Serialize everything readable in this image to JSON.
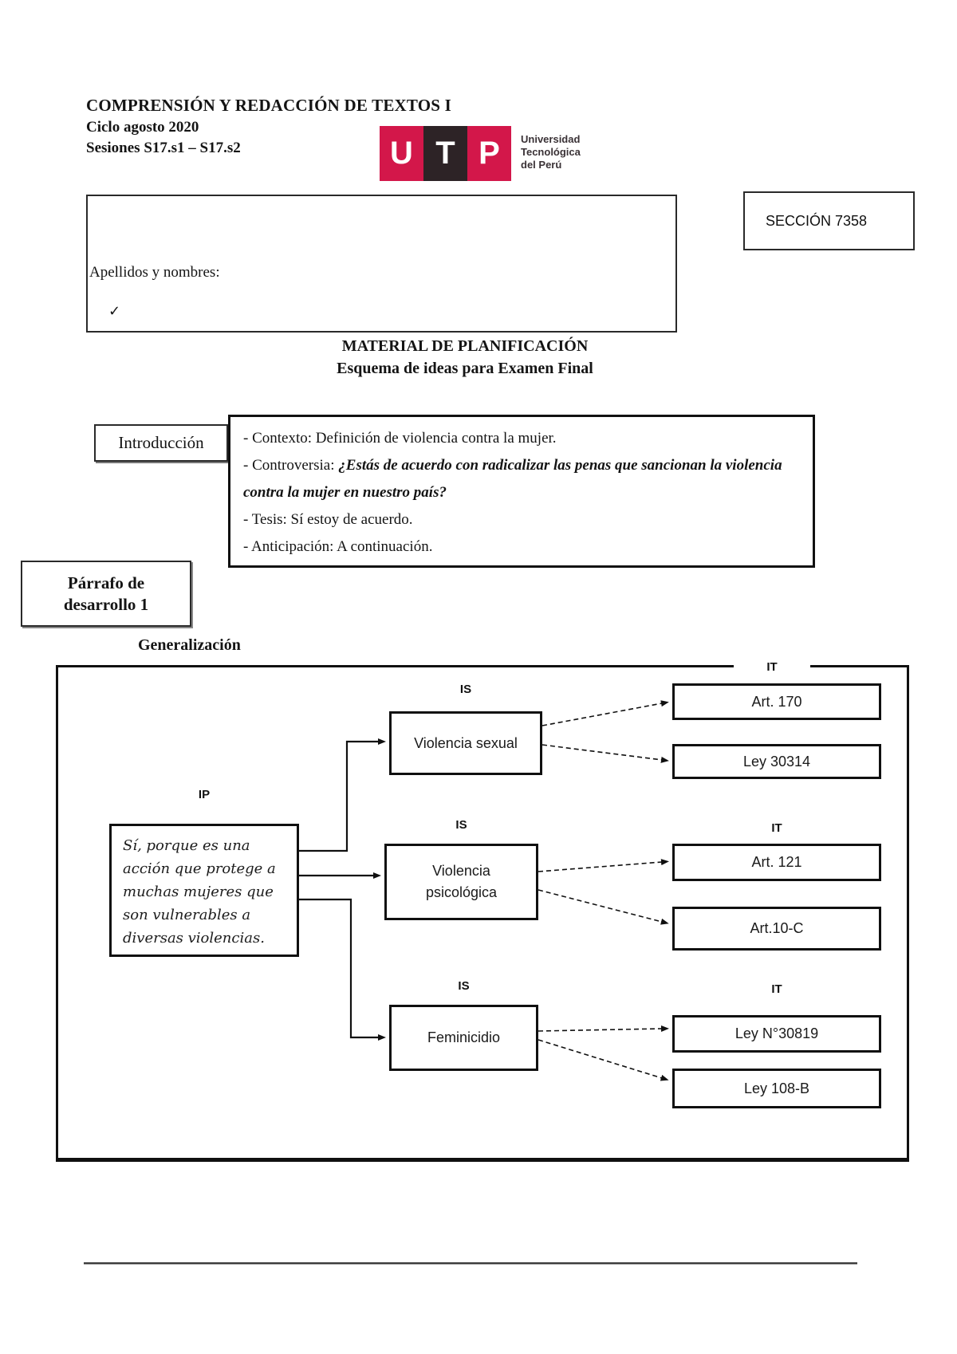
{
  "header": {
    "course_title": "COMPRENSIÓN Y REDACCIÓN DE TEXTOS I",
    "cycle": "Ciclo agosto 2020",
    "sessions": "Sesiones S17.s1 – S17.s2"
  },
  "logo": {
    "letters": [
      "U",
      "T",
      "P"
    ],
    "org": [
      "Universidad",
      "Tecnológica",
      "del Perú"
    ],
    "pink": "#d3174a",
    "dark": "#2d2326"
  },
  "section_box": {
    "label": "SECCIÓN 7358"
  },
  "name_box": {
    "label": "Apellidos y nombres:",
    "checkmark": "✓"
  },
  "material": {
    "title": "MATERIAL DE PLANIFICACIÓN",
    "subtitle": "Esquema de ideas para Examen Final"
  },
  "introduction": {
    "label": "Introducción",
    "contexto": "- Contexto: Definición de violencia contra la mujer.",
    "controversia_prefix": "- Controversia: ",
    "controversia_question": "¿Estás de acuerdo con radicalizar las penas que sancionan la violencia contra la mujer en nuestro país?",
    "tesis": "- Tesis: Sí estoy de acuerdo.",
    "anticipacion": "- Anticipación: A continuación."
  },
  "paragraph_box": {
    "line1": "Párrafo de",
    "line2": "desarrollo 1"
  },
  "generalization": {
    "label": "Generalización"
  },
  "diagram": {
    "ip_label": "IP",
    "is_label": "IS",
    "it_label": "IT",
    "ip_text": "Sí, porque es una acción que protege a muchas mujeres que son vulnerables a diversas violencias.",
    "is_nodes": [
      "Violencia sexual",
      "Violencia psicológica",
      "Feminicidio"
    ],
    "it_nodes": [
      "Art. 170",
      "Ley 30314",
      "Art. 121",
      "Art.10-C",
      "Ley N°30819",
      "Ley 108-B"
    ]
  }
}
